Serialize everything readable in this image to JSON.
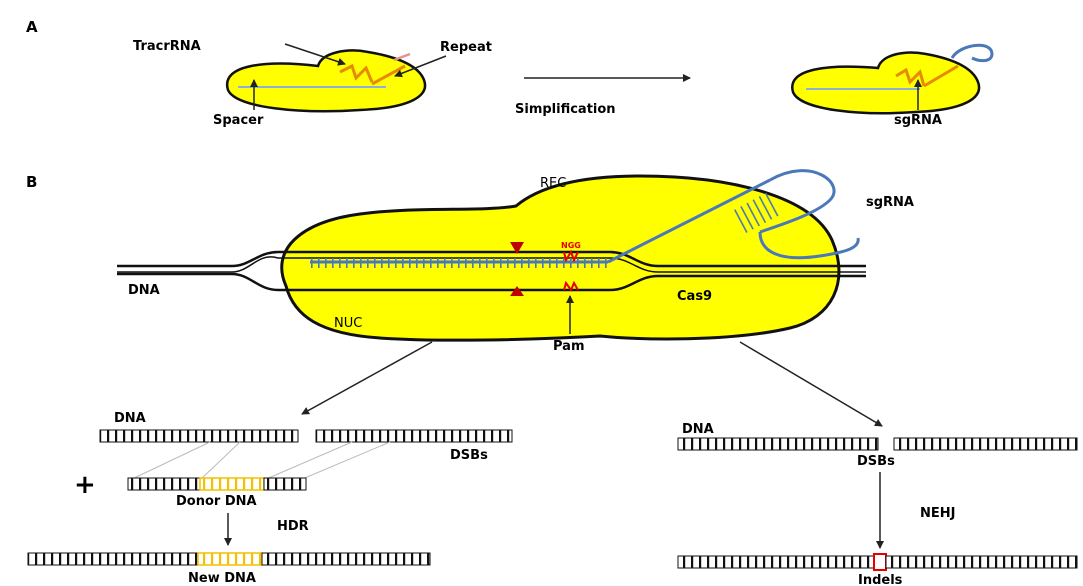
{
  "panel_a": {
    "letter": "A",
    "tracrrna": "TracrRNA",
    "repeat": "Repeat",
    "spacer": "Spacer",
    "simplification": "Simplification",
    "sgrna": "sgRNA"
  },
  "panel_b": {
    "letter": "B",
    "rec": "REC",
    "sgrna": "sgRNA",
    "ngg": "NGG",
    "dna": "DNA",
    "cas9": "Cas9",
    "nuc": "NUC",
    "pam": "Pam"
  },
  "hdr_branch": {
    "dna": "DNA",
    "dsbs": "DSBs",
    "plus": "+",
    "donor_dna": "Donor DNA",
    "hdr": "HDR",
    "new_dna": "New DNA"
  },
  "nehj_branch": {
    "dna": "DNA",
    "dsbs": "DSBs",
    "nehj": "NEHJ",
    "indels": "Indels"
  },
  "colors": {
    "protein": "#ffff00",
    "rna": "#4a78b8",
    "repeat": "#e88a00",
    "pam": "#e60000",
    "donor_insert": "#f4c000"
  }
}
